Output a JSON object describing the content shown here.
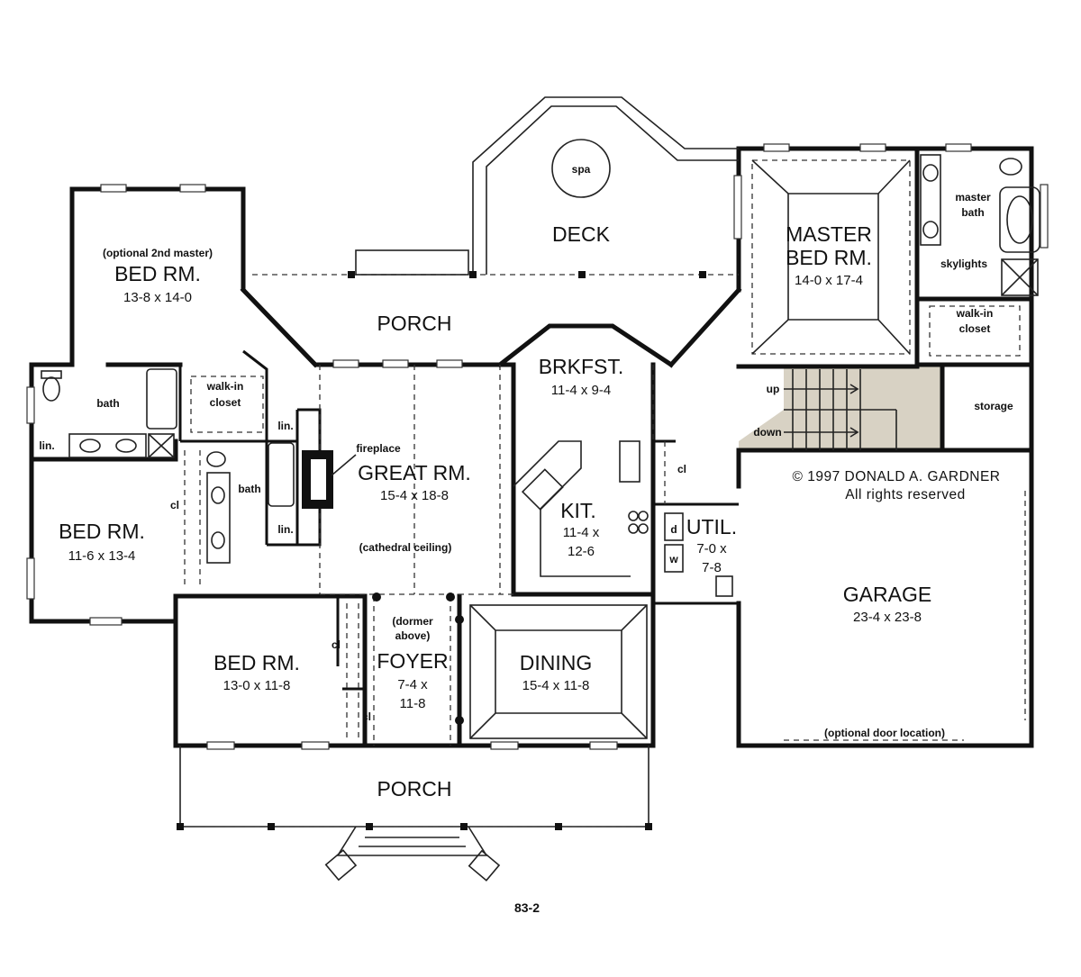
{
  "copyright": {
    "line1": "© 1997 DONALD A. GARDNER",
    "line2": "All rights reserved"
  },
  "plan_number": "83-2",
  "rooms": {
    "deck": {
      "name": "DECK"
    },
    "spa": {
      "name": "spa"
    },
    "rear_porch": {
      "name": "PORCH"
    },
    "front_porch": {
      "name": "PORCH"
    },
    "bed_optional": {
      "note": "(optional 2nd master)",
      "name": "BED RM.",
      "dims": "13-8 x 14-0"
    },
    "master_bed": {
      "name1": "MASTER",
      "name2": "BED RM.",
      "dims": "14-0 x 17-4"
    },
    "master_bath": {
      "line1": "master",
      "line2": "bath"
    },
    "skylights": {
      "name": "skylights"
    },
    "master_walkin": {
      "line1": "walk-in",
      "line2": "closet"
    },
    "brkfst": {
      "name": "BRKFST.",
      "dims": "11-4 x 9-4"
    },
    "great_rm": {
      "name": "GREAT RM.",
      "dims": "15-4 x 18-8",
      "note": "(cathedral ceiling)"
    },
    "fireplace": {
      "name": "fireplace"
    },
    "kit": {
      "name": "KIT.",
      "dims1": "11-4 x",
      "dims2": "12-6"
    },
    "util": {
      "name": "UTIL.",
      "dims1": "7-0 x",
      "dims2": "7-8",
      "d": "d",
      "w": "w"
    },
    "garage": {
      "name": "GARAGE",
      "dims": "23-4 x 23-8",
      "note": "(optional door location)"
    },
    "storage": {
      "name": "storage"
    },
    "stairs": {
      "up": "up",
      "down": "down"
    },
    "bath_left": {
      "name": "bath"
    },
    "bath_mid": {
      "name": "bath"
    },
    "walkin_left": {
      "line1": "walk-in",
      "line2": "closet"
    },
    "bed_left": {
      "name": "BED RM.",
      "dims": "11-6 x 13-4"
    },
    "bed_front": {
      "name": "BED RM.",
      "dims": "13-0 x 11-8"
    },
    "foyer": {
      "note1": "(dormer",
      "note2": "above)",
      "name": "FOYER",
      "dims1": "7-4 x",
      "dims2": "11-8"
    },
    "dining": {
      "name": "DINING",
      "dims": "15-4 x 11-8"
    },
    "lin": "lin.",
    "cl": "cl"
  }
}
